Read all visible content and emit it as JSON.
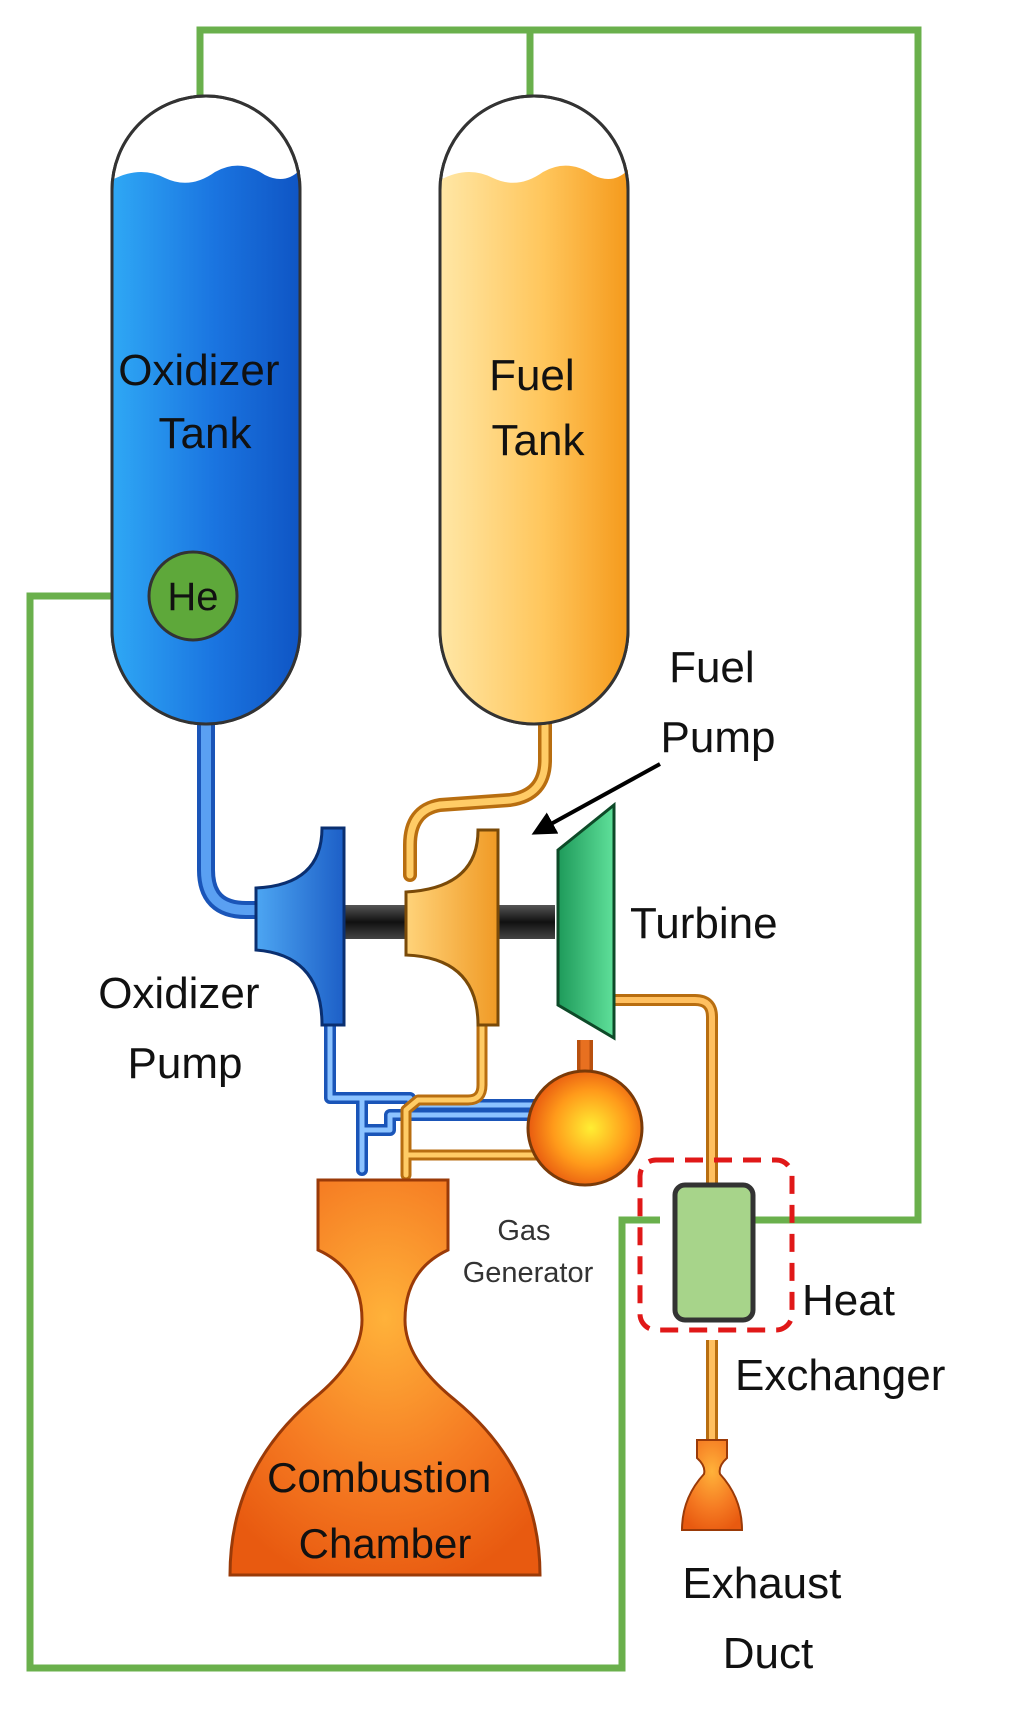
{
  "labels": {
    "oxidizer_tank": [
      "Oxidizer",
      "Tank"
    ],
    "fuel_tank": [
      "Fuel",
      "Tank"
    ],
    "helium": "He",
    "fuel_pump": [
      "Fuel",
      "Pump"
    ],
    "turbine": "Turbine",
    "oxidizer_pump": [
      "Oxidizer",
      "Pump"
    ],
    "gas_generator": [
      "Gas",
      "Generator"
    ],
    "heat_exchanger": [
      "Heat",
      "Exchanger"
    ],
    "combustion_chamber": [
      "Combustion",
      "Chamber"
    ],
    "exhaust_duct": [
      "Exhaust",
      "Duct"
    ]
  },
  "colors": {
    "pressurant_line": "#6ab04c",
    "oxidizer": "#1f7ae8",
    "fuel": "#f5a020",
    "turbine": "#2aaa66",
    "combustion": "#f07020",
    "heat_exchanger_highlight": "#e01818"
  }
}
